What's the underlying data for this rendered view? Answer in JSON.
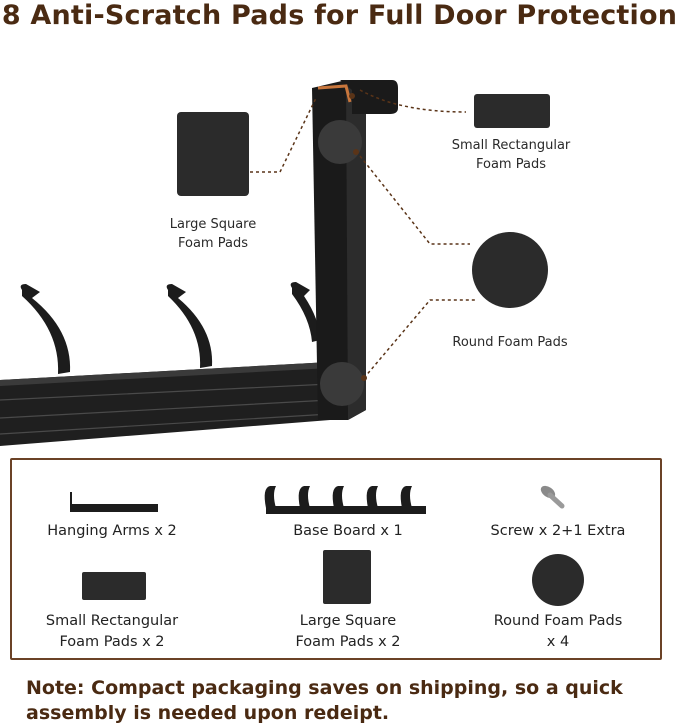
{
  "title": "8 Anti-Scratch Pads for Full Door Protection",
  "callouts": {
    "large_square": [
      "Large Square",
      "Foam Pads"
    ],
    "small_rect": [
      "Small Rectangular",
      "Foam Pads"
    ],
    "round": "Round Foam Pads"
  },
  "kit": {
    "hanging_arms": "Hanging Arms x 2",
    "base_board": "Base Board x 1",
    "screw": "Screw x 2+1 Extra",
    "small_rect_pads": [
      "Small Rectangular",
      "Foam Pads x 2"
    ],
    "large_square_pads": [
      "Large Square",
      "Foam Pads x 2"
    ],
    "round_pads": [
      "Round Foam Pads",
      "x 4"
    ]
  },
  "note": [
    "Note: Compact packaging saves on shipping, so a quick",
    "assembly is needed upon redeipt."
  ],
  "colors": {
    "accent": "#4a2a12",
    "box_border": "#6b4226",
    "leader": "#5a3418",
    "metal": "#1c1c1c",
    "foam": "#2b2b2b"
  },
  "icons": [
    "hanging-arm-icon",
    "base-board-icon",
    "screw-icon",
    "foam-pad-icon"
  ]
}
